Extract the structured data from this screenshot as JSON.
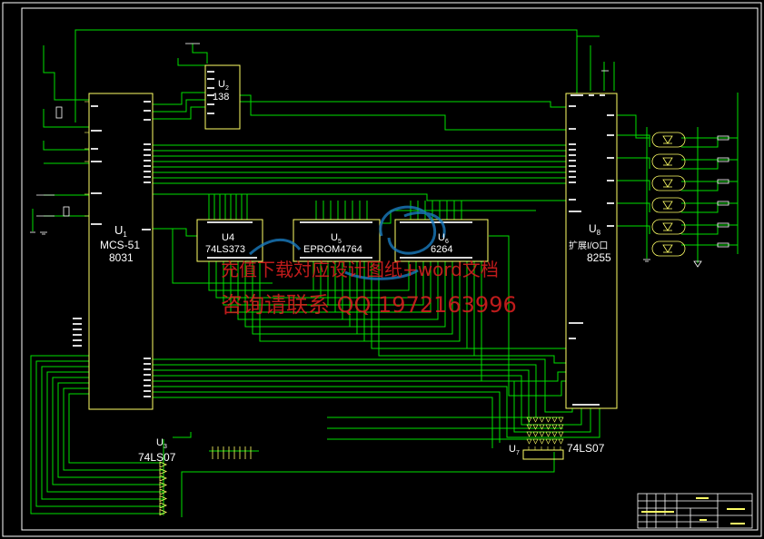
{
  "colors": {
    "background": "#000000",
    "wire": "#00e000",
    "chip": "#ffff66",
    "label": "#ffffff",
    "border": "#ffffff",
    "watermark": "#e02020",
    "logo": "#1a7bbf"
  },
  "chips": {
    "u1": {
      "ref": "U",
      "sub": "1",
      "part1": "MCS-51",
      "part2": "8031"
    },
    "u2": {
      "ref": "U",
      "sub": "2",
      "part": "138"
    },
    "u4": {
      "ref": "U4",
      "part": "74LS373"
    },
    "u5": {
      "ref": "U",
      "sub": "5",
      "part": "EPROM4764"
    },
    "u6": {
      "ref": "U",
      "sub": "6",
      "part": "6264"
    },
    "u8": {
      "ref": "U",
      "sub": "8",
      "part1": "扩展I/O口",
      "part2": "8255"
    },
    "u3": {
      "ref": "U",
      "sub": "3",
      "part": "74LS07"
    },
    "u7": {
      "ref": "U",
      "sub": "7",
      "part": "74LS07"
    }
  },
  "watermark": {
    "line1": "充值下载対应设计图纸+word文档",
    "line2": "咨询请联系  QQ  1972163996"
  },
  "icons": {
    "logo": "swirl-logo-icon",
    "led": "optocoupler-icon",
    "ground": "ground-icon"
  }
}
